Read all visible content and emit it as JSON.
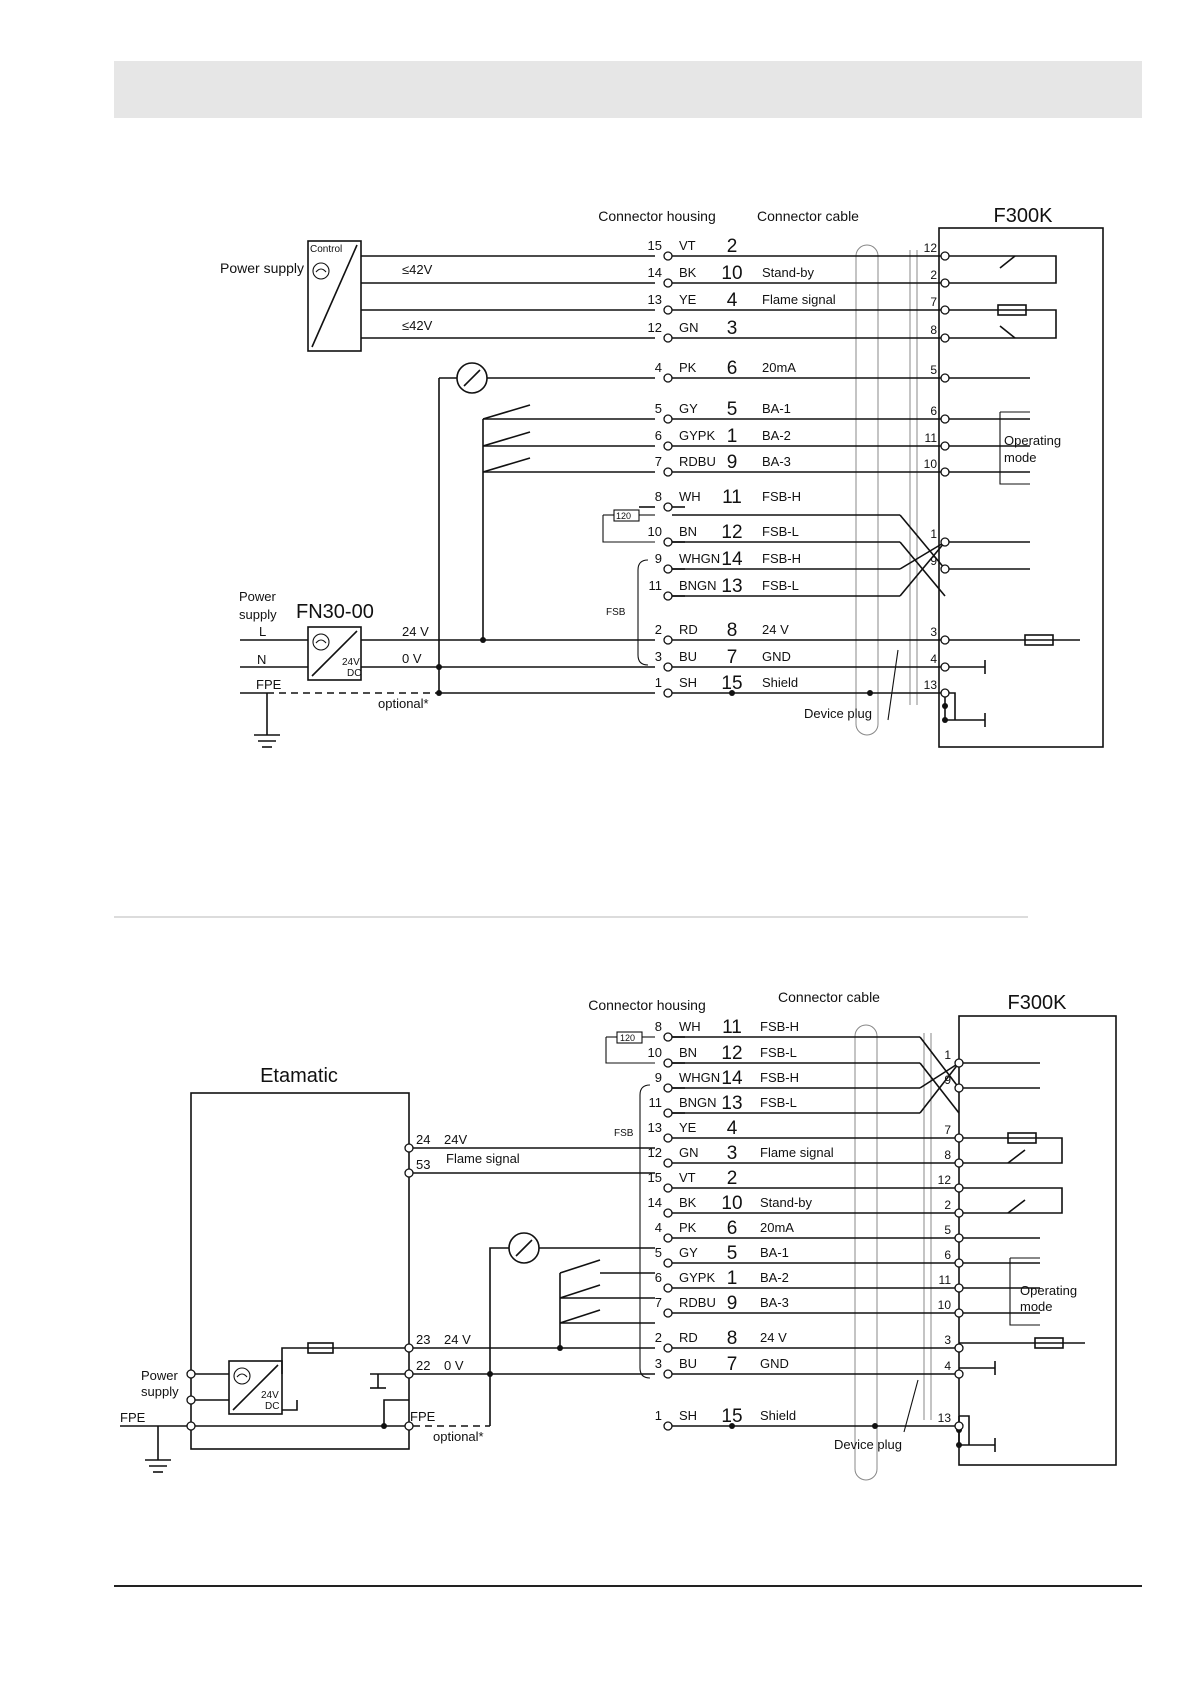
{
  "page": {
    "header_text": ""
  },
  "diagram1": {
    "device_name": "F300K",
    "connector_housing_label": "Connector housing",
    "connector_cable_label": "Connector cable",
    "power_supply_label": "Power supply",
    "control_label": "Control",
    "voltage_label": "≤42V",
    "fn_label": "FN30-00",
    "power_supply2_line1": "Power",
    "power_supply2_line2": "supply",
    "l_label": "L",
    "n_label": "N",
    "fpe_label": "FPE",
    "dc_24v_label": "24V",
    "dc_label": "DC",
    "v24_label": "24 V",
    "v0_label": "0 V",
    "optional_label": "optional*",
    "device_plug_label": "Device plug",
    "fsb_label": "FSB",
    "resistor_label": "120",
    "operating_mode_line1": "Operating",
    "operating_mode_line2": "mode",
    "rows": [
      {
        "housing_pin": "15",
        "color": "VT",
        "cable_no": "2",
        "function": "",
        "device_pin": "12"
      },
      {
        "housing_pin": "14",
        "color": "BK",
        "cable_no": "10",
        "function": "Stand-by",
        "device_pin": "2"
      },
      {
        "housing_pin": "13",
        "color": "YE",
        "cable_no": "4",
        "function": "Flame signal",
        "device_pin": "7"
      },
      {
        "housing_pin": "12",
        "color": "GN",
        "cable_no": "3",
        "function": "",
        "device_pin": "8"
      },
      {
        "housing_pin": "4",
        "color": "PK",
        "cable_no": "6",
        "function": "20mA",
        "device_pin": "5"
      },
      {
        "housing_pin": "5",
        "color": "GY",
        "cable_no": "5",
        "function": "BA-1",
        "device_pin": "6"
      },
      {
        "housing_pin": "6",
        "color": "GYPK",
        "cable_no": "1",
        "function": "BA-2",
        "device_pin": "11"
      },
      {
        "housing_pin": "7",
        "color": "RDBU",
        "cable_no": "9",
        "function": "BA-3",
        "device_pin": "10"
      },
      {
        "housing_pin": "8",
        "color": "WH",
        "cable_no": "11",
        "function": "FSB-H",
        "device_pin": ""
      },
      {
        "housing_pin": "10",
        "color": "BN",
        "cable_no": "12",
        "function": "FSB-L",
        "device_pin": "1"
      },
      {
        "housing_pin": "9",
        "color": "WHGN",
        "cable_no": "14",
        "function": "FSB-H",
        "device_pin": "9"
      },
      {
        "housing_pin": "11",
        "color": "BNGN",
        "cable_no": "13",
        "function": "FSB-L",
        "device_pin": ""
      },
      {
        "housing_pin": "2",
        "color": "RD",
        "cable_no": "8",
        "function": "24 V",
        "device_pin": "3"
      },
      {
        "housing_pin": "3",
        "color": "BU",
        "cable_no": "7",
        "function": "GND",
        "device_pin": "4"
      },
      {
        "housing_pin": "1",
        "color": "SH",
        "cable_no": "15",
        "function": "Shield",
        "device_pin": "13"
      }
    ]
  },
  "diagram2": {
    "device_name": "F300K",
    "controller_name": "Etamatic",
    "connector_housing_label": "Connector housing",
    "connector_cable_label": "Connector cable",
    "power_supply_line1": "Power",
    "power_supply_line2": "supply",
    "fpe_label": "FPE",
    "fpe_terminal_label": "FPE",
    "dc_24v_label": "24V",
    "dc_label": "DC",
    "optional_label": "optional*",
    "device_plug_label": "Device plug",
    "fsb_label": "FSB",
    "resistor_label": "120",
    "operating_mode_line1": "Operating",
    "operating_mode_line2": "mode",
    "etamatic_terminals": [
      {
        "pin": "24",
        "label": "24V"
      },
      {
        "pin": "53",
        "label": "Flame signal"
      },
      {
        "pin": "23",
        "label": "24 V"
      },
      {
        "pin": "22",
        "label": "0 V"
      }
    ],
    "rows": [
      {
        "housing_pin": "8",
        "color": "WH",
        "cable_no": "11",
        "function": "FSB-H",
        "device_pin": ""
      },
      {
        "housing_pin": "10",
        "color": "BN",
        "cable_no": "12",
        "function": "FSB-L",
        "device_pin": "1"
      },
      {
        "housing_pin": "9",
        "color": "WHGN",
        "cable_no": "14",
        "function": "FSB-H",
        "device_pin": "9"
      },
      {
        "housing_pin": "11",
        "color": "BNGN",
        "cable_no": "13",
        "function": "FSB-L",
        "device_pin": ""
      },
      {
        "housing_pin": "13",
        "color": "YE",
        "cable_no": "4",
        "function": "",
        "device_pin": "7"
      },
      {
        "housing_pin": "12",
        "color": "GN",
        "cable_no": "3",
        "function": "Flame signal",
        "device_pin": "8"
      },
      {
        "housing_pin": "15",
        "color": "VT",
        "cable_no": "2",
        "function": "",
        "device_pin": "12"
      },
      {
        "housing_pin": "14",
        "color": "BK",
        "cable_no": "10",
        "function": "Stand-by",
        "device_pin": "2"
      },
      {
        "housing_pin": "4",
        "color": "PK",
        "cable_no": "6",
        "function": "20mA",
        "device_pin": "5"
      },
      {
        "housing_pin": "5",
        "color": "GY",
        "cable_no": "5",
        "function": "BA-1",
        "device_pin": "6"
      },
      {
        "housing_pin": "6",
        "color": "GYPK",
        "cable_no": "1",
        "function": "BA-2",
        "device_pin": "11"
      },
      {
        "housing_pin": "7",
        "color": "RDBU",
        "cable_no": "9",
        "function": "BA-3",
        "device_pin": "10"
      },
      {
        "housing_pin": "2",
        "color": "RD",
        "cable_no": "8",
        "function": "24 V",
        "device_pin": "3"
      },
      {
        "housing_pin": "3",
        "color": "BU",
        "cable_no": "7",
        "function": "GND",
        "device_pin": "4"
      },
      {
        "housing_pin": "1",
        "color": "SH",
        "cable_no": "15",
        "function": "Shield",
        "device_pin": "13"
      }
    ]
  }
}
